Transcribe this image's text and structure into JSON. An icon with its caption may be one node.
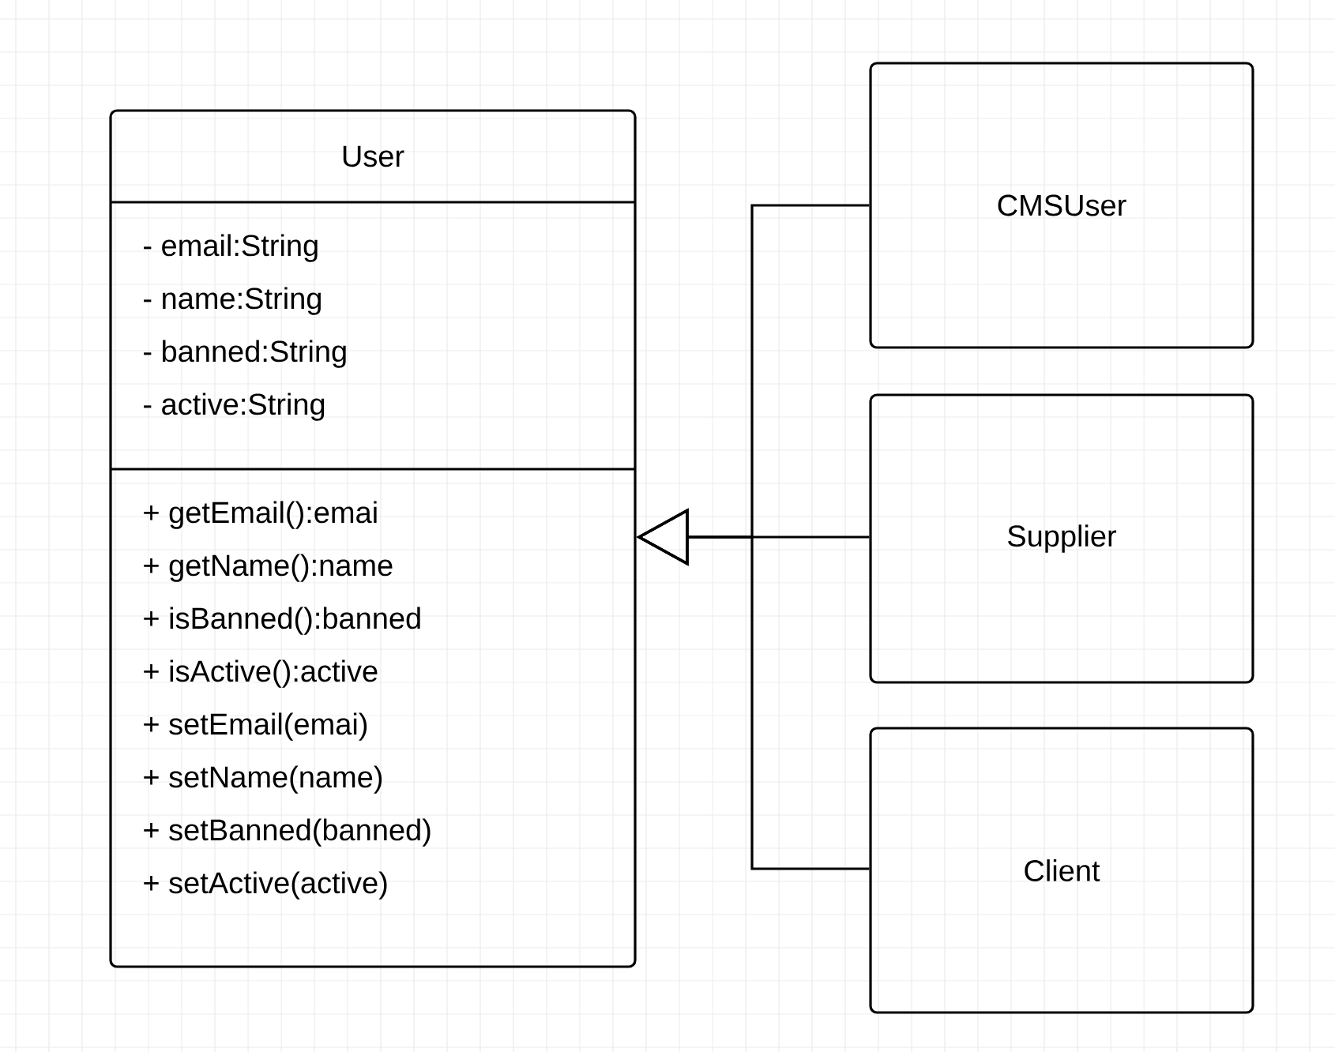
{
  "diagram": {
    "nodes": [
      {
        "text": [
          "User"
        ]
      },
      {
        "text": [
          "- email:String",
          "- name:String",
          "- banned:String",
          "- active:String"
        ],
        "in": 0
      },
      {
        "text": [
          "+ getEmail():emai",
          "+ getName():name",
          "+ isBanned():banned",
          "+ isActive():active",
          "+ setEmail(emai)",
          "+ setName(name)",
          "+ setBanned(banned)",
          "+ setActive(active)"
        ],
        "in": 0
      },
      {
        "text": [
          "CMSUser"
        ]
      },
      {
        "text": [
          "Supplier"
        ]
      },
      {
        "text": [
          "Client"
        ]
      }
    ],
    "edges": [
      {
        "from": 3,
        "to": 0,
        "arrow": "to"
      },
      {
        "from": 4,
        "to": 0,
        "arrow": "to"
      },
      {
        "from": 5,
        "to": 0,
        "arrow": "to"
      }
    ]
  }
}
